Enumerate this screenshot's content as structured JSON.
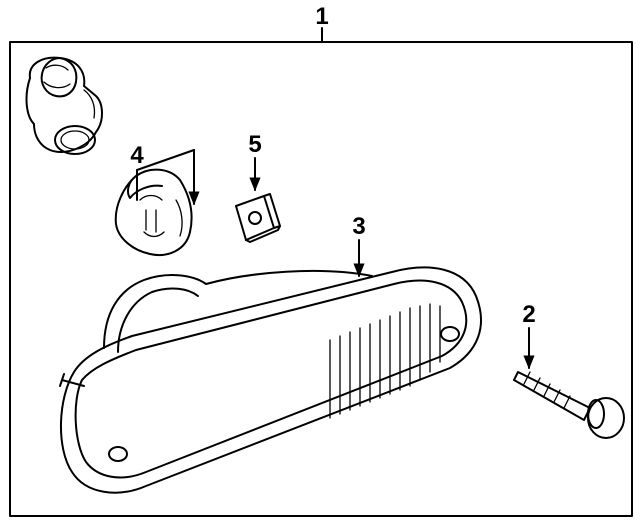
{
  "callouts": {
    "assembly": "1",
    "screw": "2",
    "lens_housing": "3",
    "bulb": "4",
    "nut": "5"
  }
}
